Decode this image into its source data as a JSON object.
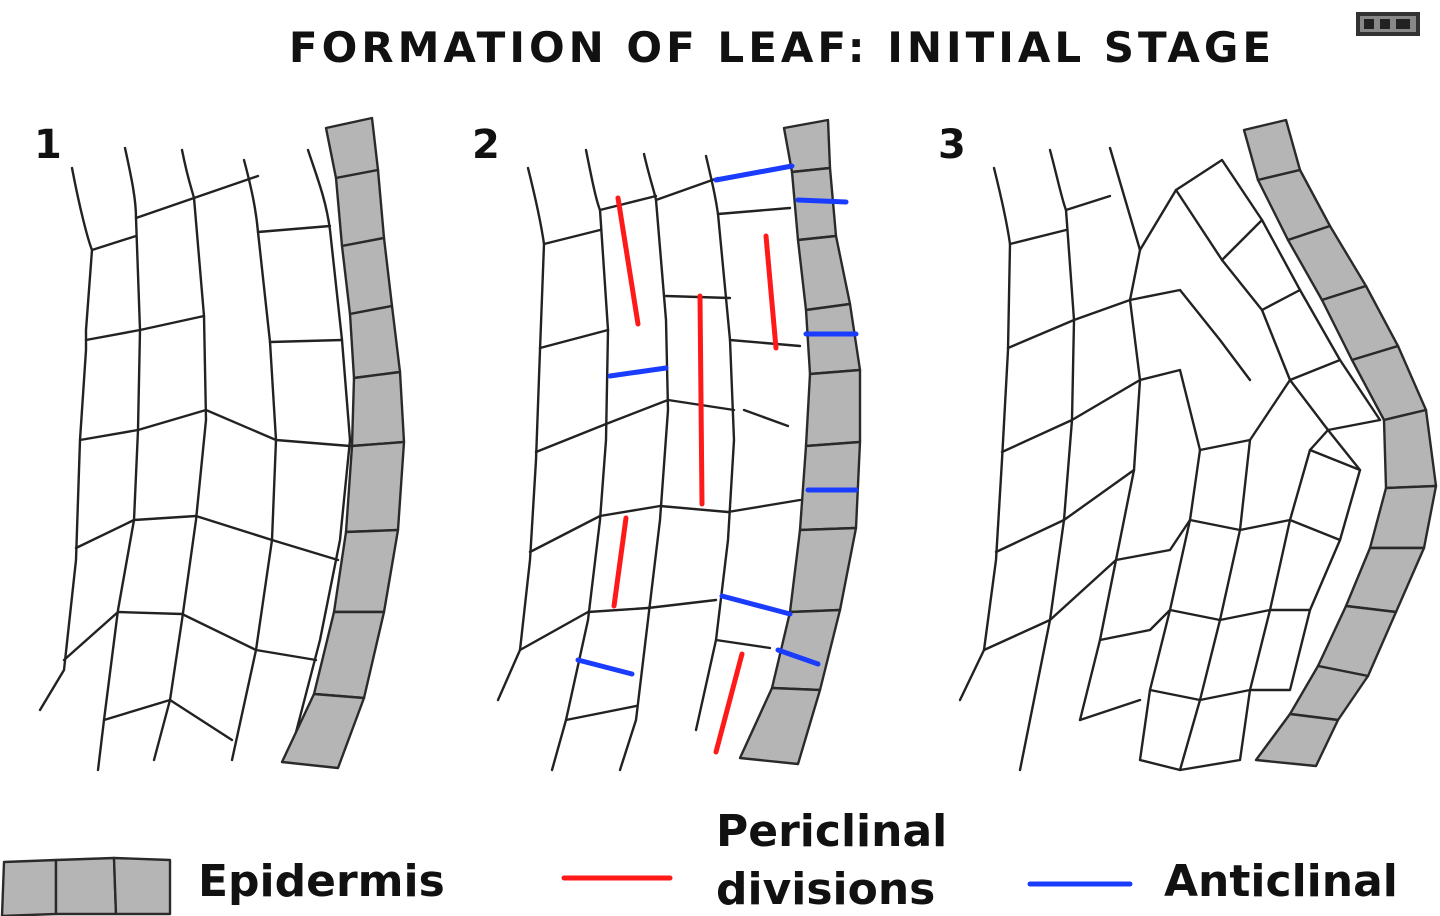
{
  "title": "FORMATION OF LEAF: INITIAL STAGE",
  "panels": [
    "1",
    "2",
    "3"
  ],
  "legend": {
    "epidermis": "Epidermis",
    "periclinal_line1": "Periclinal",
    "periclinal_line2": "divisions",
    "anticlinal": "Anticlinal"
  },
  "colors": {
    "epidermis_fill": "#b5b5b5",
    "periclinal": "#ff1a1a",
    "anticlinal": "#1a3cff"
  }
}
